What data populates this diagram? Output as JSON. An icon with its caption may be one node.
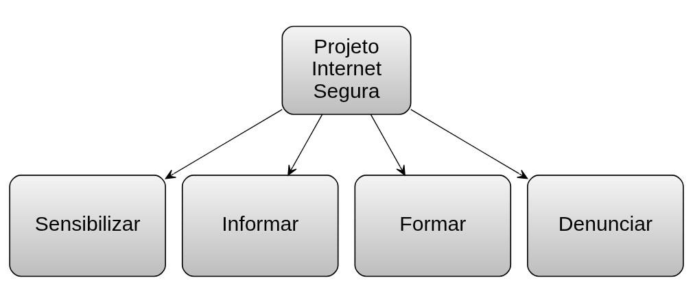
{
  "diagram": {
    "nodes": [
      {
        "text": [
          "Projeto Internet Segura"
        ]
      },
      {
        "text": [
          "Sensibilizar"
        ]
      },
      {
        "text": [
          "Informar"
        ]
      },
      {
        "text": [
          "Formar"
        ]
      },
      {
        "text": [
          "Denunciar"
        ]
      }
    ],
    "edges": [
      {
        "from": 0,
        "to": 1,
        "arrow": "to"
      },
      {
        "from": 0,
        "to": 2,
        "arrow": "to"
      },
      {
        "from": 0,
        "to": 3,
        "arrow": "to"
      },
      {
        "from": 0,
        "to": 4,
        "arrow": "to"
      }
    ]
  }
}
